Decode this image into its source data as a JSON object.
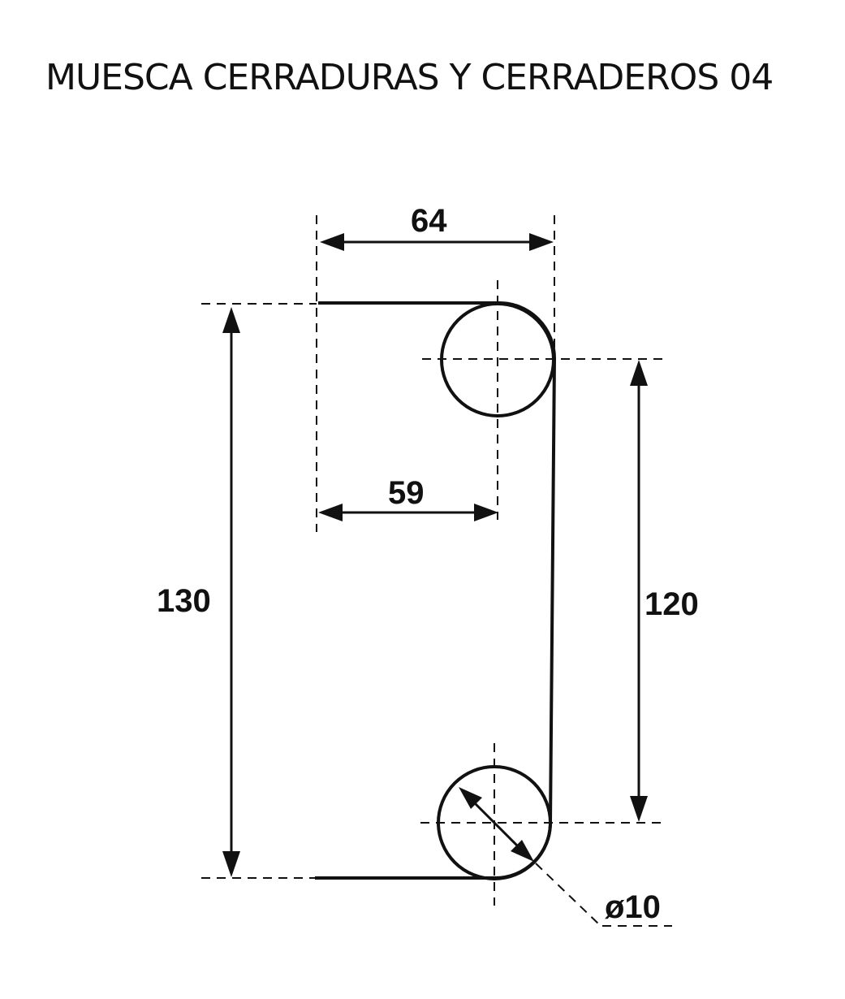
{
  "title": "MUESCA CERRADURAS Y CERRADEROS 04",
  "dimensions": {
    "width_total": "64",
    "width_center": "59",
    "height_total": "130",
    "height_centers": "120",
    "hole_diameter": "ø10"
  }
}
